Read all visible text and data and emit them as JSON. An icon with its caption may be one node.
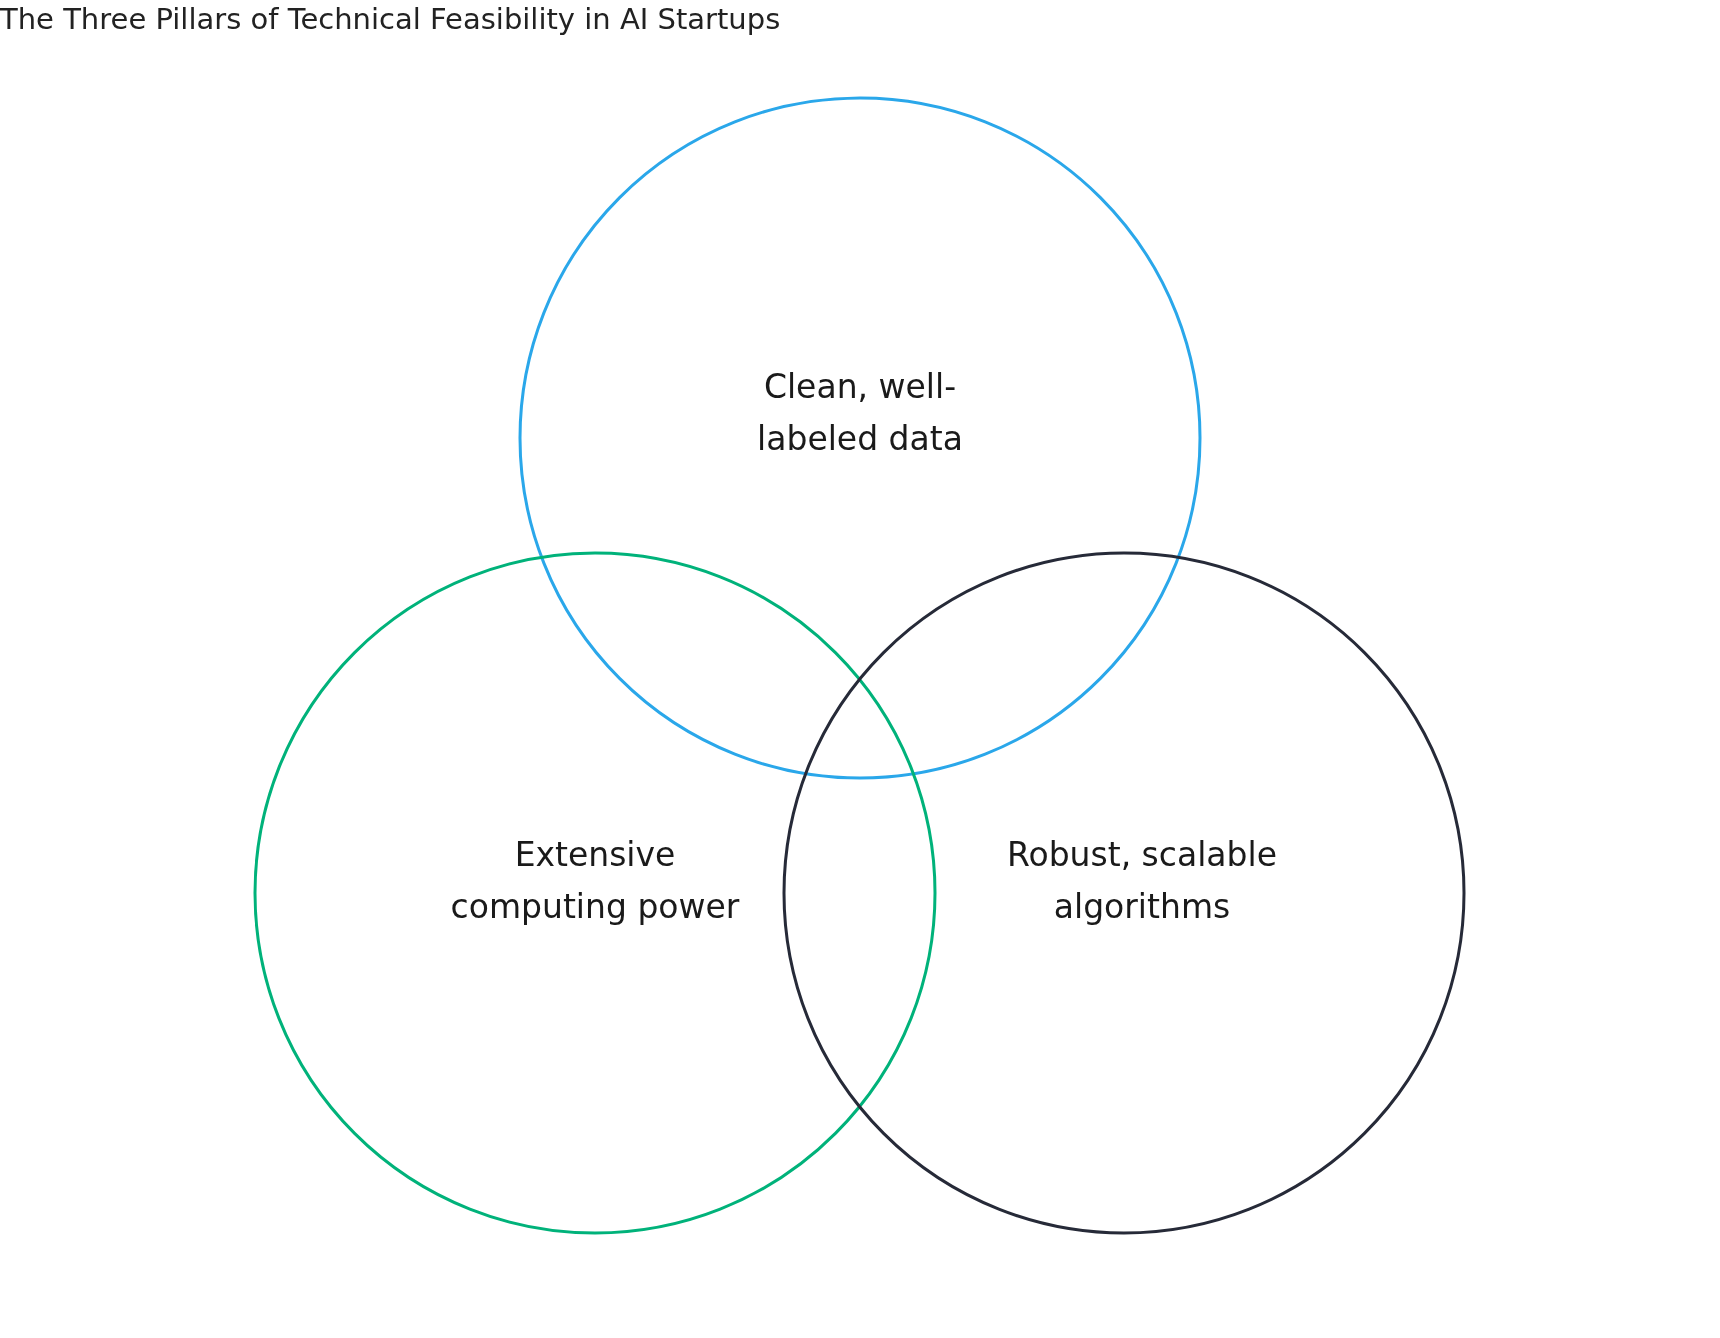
{
  "diagram": {
    "title": "The Three Pillars of Technical Feasibility in AI Startups",
    "nodes": [
      {
        "text": [
          "Clean, well-labeled data"
        ]
      },
      {
        "text": [
          "Extensive computing power"
        ]
      },
      {
        "text": [
          "Robust, scalable algorithms"
        ]
      }
    ],
    "edges": []
  }
}
